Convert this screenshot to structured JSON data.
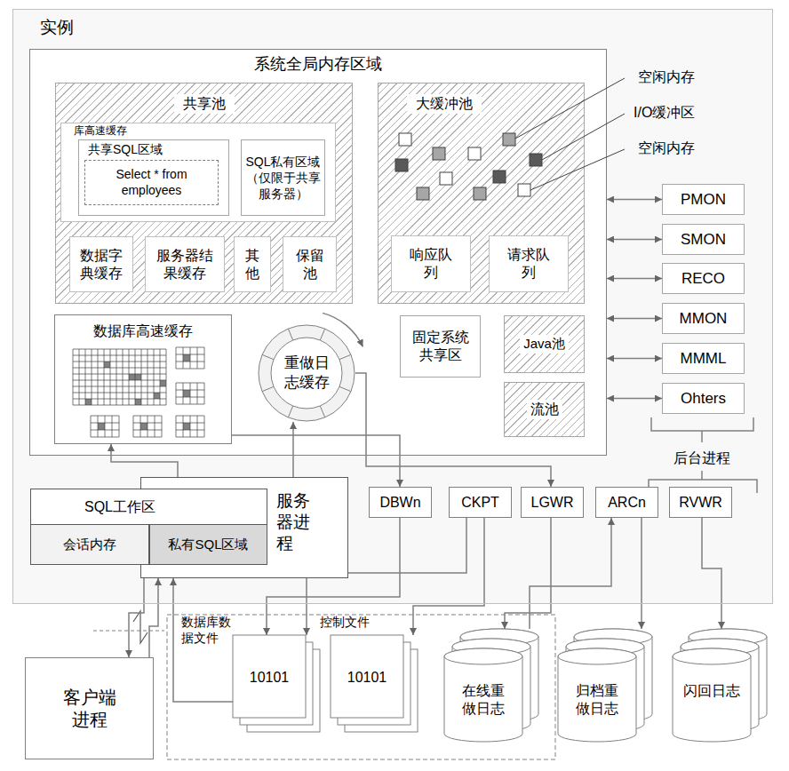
{
  "diagram": {
    "nodes": [
      {
        "text": [
          "实例"
        ]
      },
      {
        "text": [
          "系统全局内存区域"
        ],
        "in": 0
      },
      {
        "text": [
          "共享池"
        ],
        "in": 1
      },
      {
        "text": [
          "库高速缓存"
        ],
        "in": 2
      },
      {
        "text": [
          "共享SQL区域"
        ],
        "in": 3
      },
      {
        "text": [
          "Select * from employees"
        ],
        "in": 4
      },
      {
        "text": [
          "SQL私有区域（仅限于共享服务器）"
        ],
        "in": 3
      },
      {
        "text": [
          "数据字典缓存"
        ],
        "in": 2
      },
      {
        "text": [
          "服务器结果缓存"
        ],
        "in": 2
      },
      {
        "text": [
          "其他"
        ],
        "in": 2
      },
      {
        "text": [
          "保留池"
        ],
        "in": 2
      },
      {
        "text": [
          "大缓冲池"
        ],
        "in": 1
      },
      {
        "text": [
          "响应队列"
        ],
        "in": 11
      },
      {
        "text": [
          "请求队列"
        ],
        "in": 11
      },
      {
        "text": [
          "数据库高速缓存"
        ],
        "in": 1
      },
      {
        "text": [
          "重做日志缓存"
        ],
        "in": 1
      },
      {
        "text": [
          "固定系统共享区"
        ],
        "in": 1
      },
      {
        "text": [
          "Java池"
        ],
        "in": 1
      },
      {
        "text": [
          "流池"
        ],
        "in": 1
      },
      {
        "text": [
          "PMON"
        ],
        "in": 0
      },
      {
        "text": [
          "SMON"
        ],
        "in": 0
      },
      {
        "text": [
          "RECO"
        ],
        "in": 0
      },
      {
        "text": [
          "MMON"
        ],
        "in": 0
      },
      {
        "text": [
          "MMML"
        ],
        "in": 0
      },
      {
        "text": [
          "Ohters"
        ],
        "in": 0
      },
      {
        "text": [
          "服务器进程"
        ],
        "in": 0
      },
      {
        "text": [
          "SQL工作区"
        ],
        "in": 25
      },
      {
        "text": [
          "会话内存"
        ],
        "in": 26
      },
      {
        "text": [
          "私有SQL区域"
        ],
        "in": 26
      },
      {
        "text": [
          "DBWn"
        ],
        "in": 0
      },
      {
        "text": [
          "CKPT"
        ],
        "in": 0
      },
      {
        "text": [
          "LGWR"
        ],
        "in": 0
      },
      {
        "text": [
          "ARCn"
        ],
        "in": 0
      },
      {
        "text": [
          "RVWR"
        ],
        "in": 0
      },
      {
        "text": [
          "客户端进程"
        ]
      },
      {
        "text": [
          "数据库数据文件",
          "10101"
        ]
      },
      {
        "text": [
          "控制文件",
          "10101"
        ]
      },
      {
        "text": [
          "在线重做日志"
        ]
      },
      {
        "text": [
          "归档重做日志"
        ]
      },
      {
        "text": [
          "闪回日志"
        ]
      }
    ],
    "edges": [
      {
        "from": 19,
        "to": 1,
        "arrow": "both"
      },
      {
        "from": 20,
        "to": 1,
        "arrow": "both"
      },
      {
        "from": 21,
        "to": 1,
        "arrow": "both"
      },
      {
        "from": 22,
        "to": 1,
        "arrow": "both"
      },
      {
        "from": 23,
        "to": 1,
        "arrow": "both"
      },
      {
        "from": 24,
        "to": 1,
        "arrow": "both"
      },
      {
        "from": 25,
        "to": 14,
        "arrow": "to"
      },
      {
        "from": 25,
        "to": 15,
        "arrow": "to"
      },
      {
        "from": 14,
        "to": 29,
        "arrow": "to"
      },
      {
        "from": 15,
        "to": 31,
        "arrow": "to"
      },
      {
        "from": 29,
        "to": 35,
        "arrow": "to"
      },
      {
        "from": 30,
        "to": 35,
        "arrow": "to"
      },
      {
        "from": 30,
        "to": 36,
        "arrow": "to"
      },
      {
        "from": 31,
        "to": 37,
        "arrow": "to"
      },
      {
        "from": 37,
        "to": 32,
        "arrow": "to"
      },
      {
        "from": 32,
        "to": 38,
        "arrow": "to"
      },
      {
        "from": 33,
        "to": 39,
        "arrow": "to"
      },
      {
        "from": 34,
        "to": 25,
        "arrow": "to"
      },
      {
        "from": 25,
        "to": 34,
        "arrow": "to"
      },
      {
        "from": 35,
        "to": 25,
        "arrow": "to"
      }
    ],
    "labels": [
      "空闲内存",
      "I/O缓冲区",
      "空闲内存",
      "后台进程"
    ]
  }
}
